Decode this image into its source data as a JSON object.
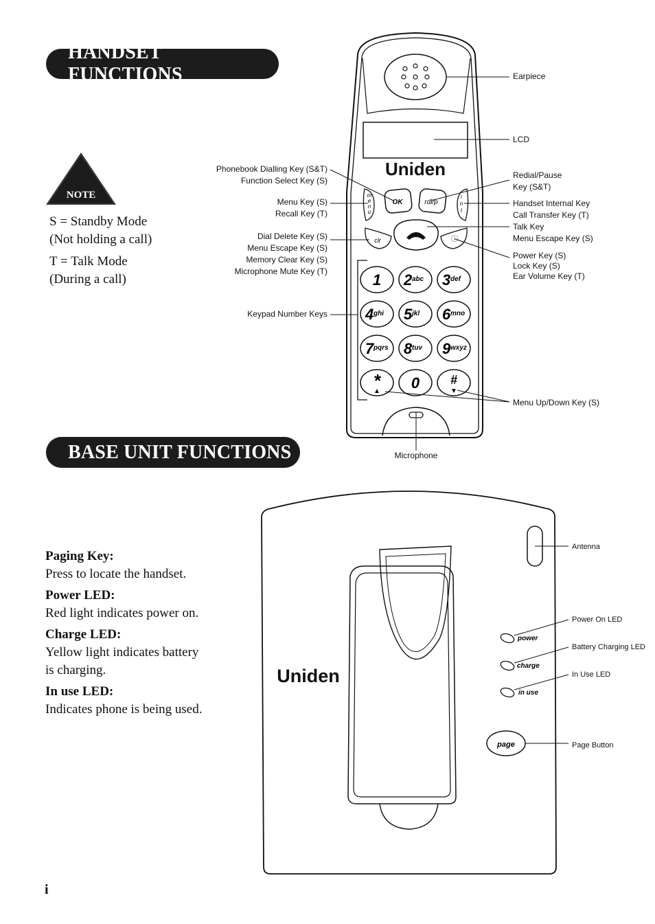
{
  "handset_section": {
    "title": "HANDSET FUNCTIONS",
    "note_badge": "NOTE",
    "mode_s_line1": "S = Standby Mode",
    "mode_s_line2": "(Not holding a call)",
    "mode_t_line1": "T = Talk Mode",
    "mode_t_line2": "(During a call)"
  },
  "handset_labels": {
    "earpiece": "Earpiece",
    "lcd": "LCD",
    "phonebook_1": "Phonebook Dialling Key (S&T)",
    "phonebook_2": "Function Select Key (S)",
    "redial_1": "Redial/Pause",
    "redial_2": "Key (S&T)",
    "menu_1": "Menu Key (S)",
    "menu_2": "Recall Key (T)",
    "int_1": "Handset Internal Key",
    "int_2": "Call Transfer Key (T)",
    "talk_1": "Talk Key",
    "talk_2": "Menu Escape Key (S)",
    "clr_1": "Dial Delete Key (S)",
    "clr_2": "Menu Escape Key (S)",
    "clr_3": "Memory Clear Key (S)",
    "clr_4": "Microphone Mute Key (T)",
    "power_1": "Power Key (S)",
    "power_2": "Lock Key (S)",
    "power_3": "Ear Volume Key (T)",
    "keypad": "Keypad Number Keys",
    "menu_updown": "Menu Up/Down Key (S)",
    "microphone": "Microphone"
  },
  "handset_device": {
    "brand": "Uniden",
    "ok_key": "OK",
    "rdl_key": "rdl/p",
    "menu_key": [
      "m",
      "e",
      "n",
      "u"
    ],
    "int_key": [
      "i",
      "n",
      "t"
    ],
    "clr_key": "clr",
    "power_symbol": "ⓘ",
    "keys": [
      {
        "num": "1",
        "letters": ""
      },
      {
        "num": "2",
        "letters": "abc"
      },
      {
        "num": "3",
        "letters": "def"
      },
      {
        "num": "4",
        "letters": "ghi"
      },
      {
        "num": "5",
        "letters": "jkl"
      },
      {
        "num": "6",
        "letters": "mno"
      },
      {
        "num": "7",
        "letters": "pqrs"
      },
      {
        "num": "8",
        "letters": "tuv"
      },
      {
        "num": "9",
        "letters": "wxyz"
      },
      {
        "num": "*",
        "letters": "▲"
      },
      {
        "num": "0",
        "letters": ""
      },
      {
        "num": "#",
        "letters": "▼"
      }
    ]
  },
  "base_section": {
    "title": "BASE UNIT FUNCTIONS",
    "items": [
      {
        "key": "Paging Key:",
        "desc": [
          "Press to locate the handset."
        ]
      },
      {
        "key": "Power LED:",
        "desc": [
          "Red light indicates power on."
        ]
      },
      {
        "key": "Charge LED:",
        "desc": [
          "Yellow light indicates battery",
          "is charging."
        ]
      },
      {
        "key": "In use LED:",
        "desc": [
          "Indicates phone is being used."
        ]
      }
    ]
  },
  "base_device": {
    "brand": "Uniden",
    "led_power": "power",
    "led_charge": "charge",
    "led_inuse": "in use",
    "page_button": "page"
  },
  "base_labels": {
    "antenna": "Antenna",
    "power_on_led": "Power On LED",
    "battery_charging_led": "Battery Charging LED",
    "in_use_led": "In Use LED",
    "page_button": "Page Button"
  },
  "page_number": "i"
}
